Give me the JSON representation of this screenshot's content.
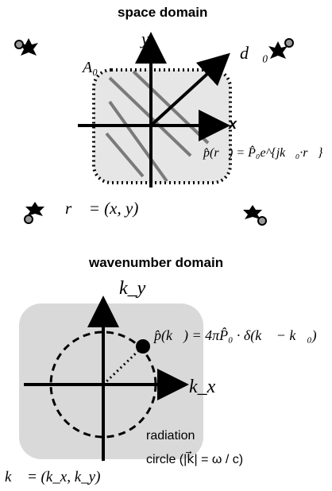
{
  "space": {
    "title": "space domain",
    "axis_y": "y",
    "axis_x": "x",
    "region": "A₀",
    "direction": "d⃗₀",
    "wave_formula": "p̂(r⃗) = P̂₀e^{jk⃗₀·r⃗}",
    "position": "r⃗ = (x, y)"
  },
  "wavenumber": {
    "title": "wavenumber domain",
    "axis_y": "k_y",
    "axis_x": "k_x",
    "spectrum_formula": "p̂(k⃗) = 4πP̂₀ · δ(k⃗ − k⃗₀)",
    "radiation_label": "radiation",
    "circle_label": "circle  (|k⃗| = ω / c)",
    "wavenumber_vector": "k⃗ = (k_x, k_y)"
  },
  "colors": {
    "region_fill": "#e6e6e6",
    "spectrum_fill": "#d9d9d9",
    "ink": "#000000",
    "stripe": "#7a7a7a"
  }
}
